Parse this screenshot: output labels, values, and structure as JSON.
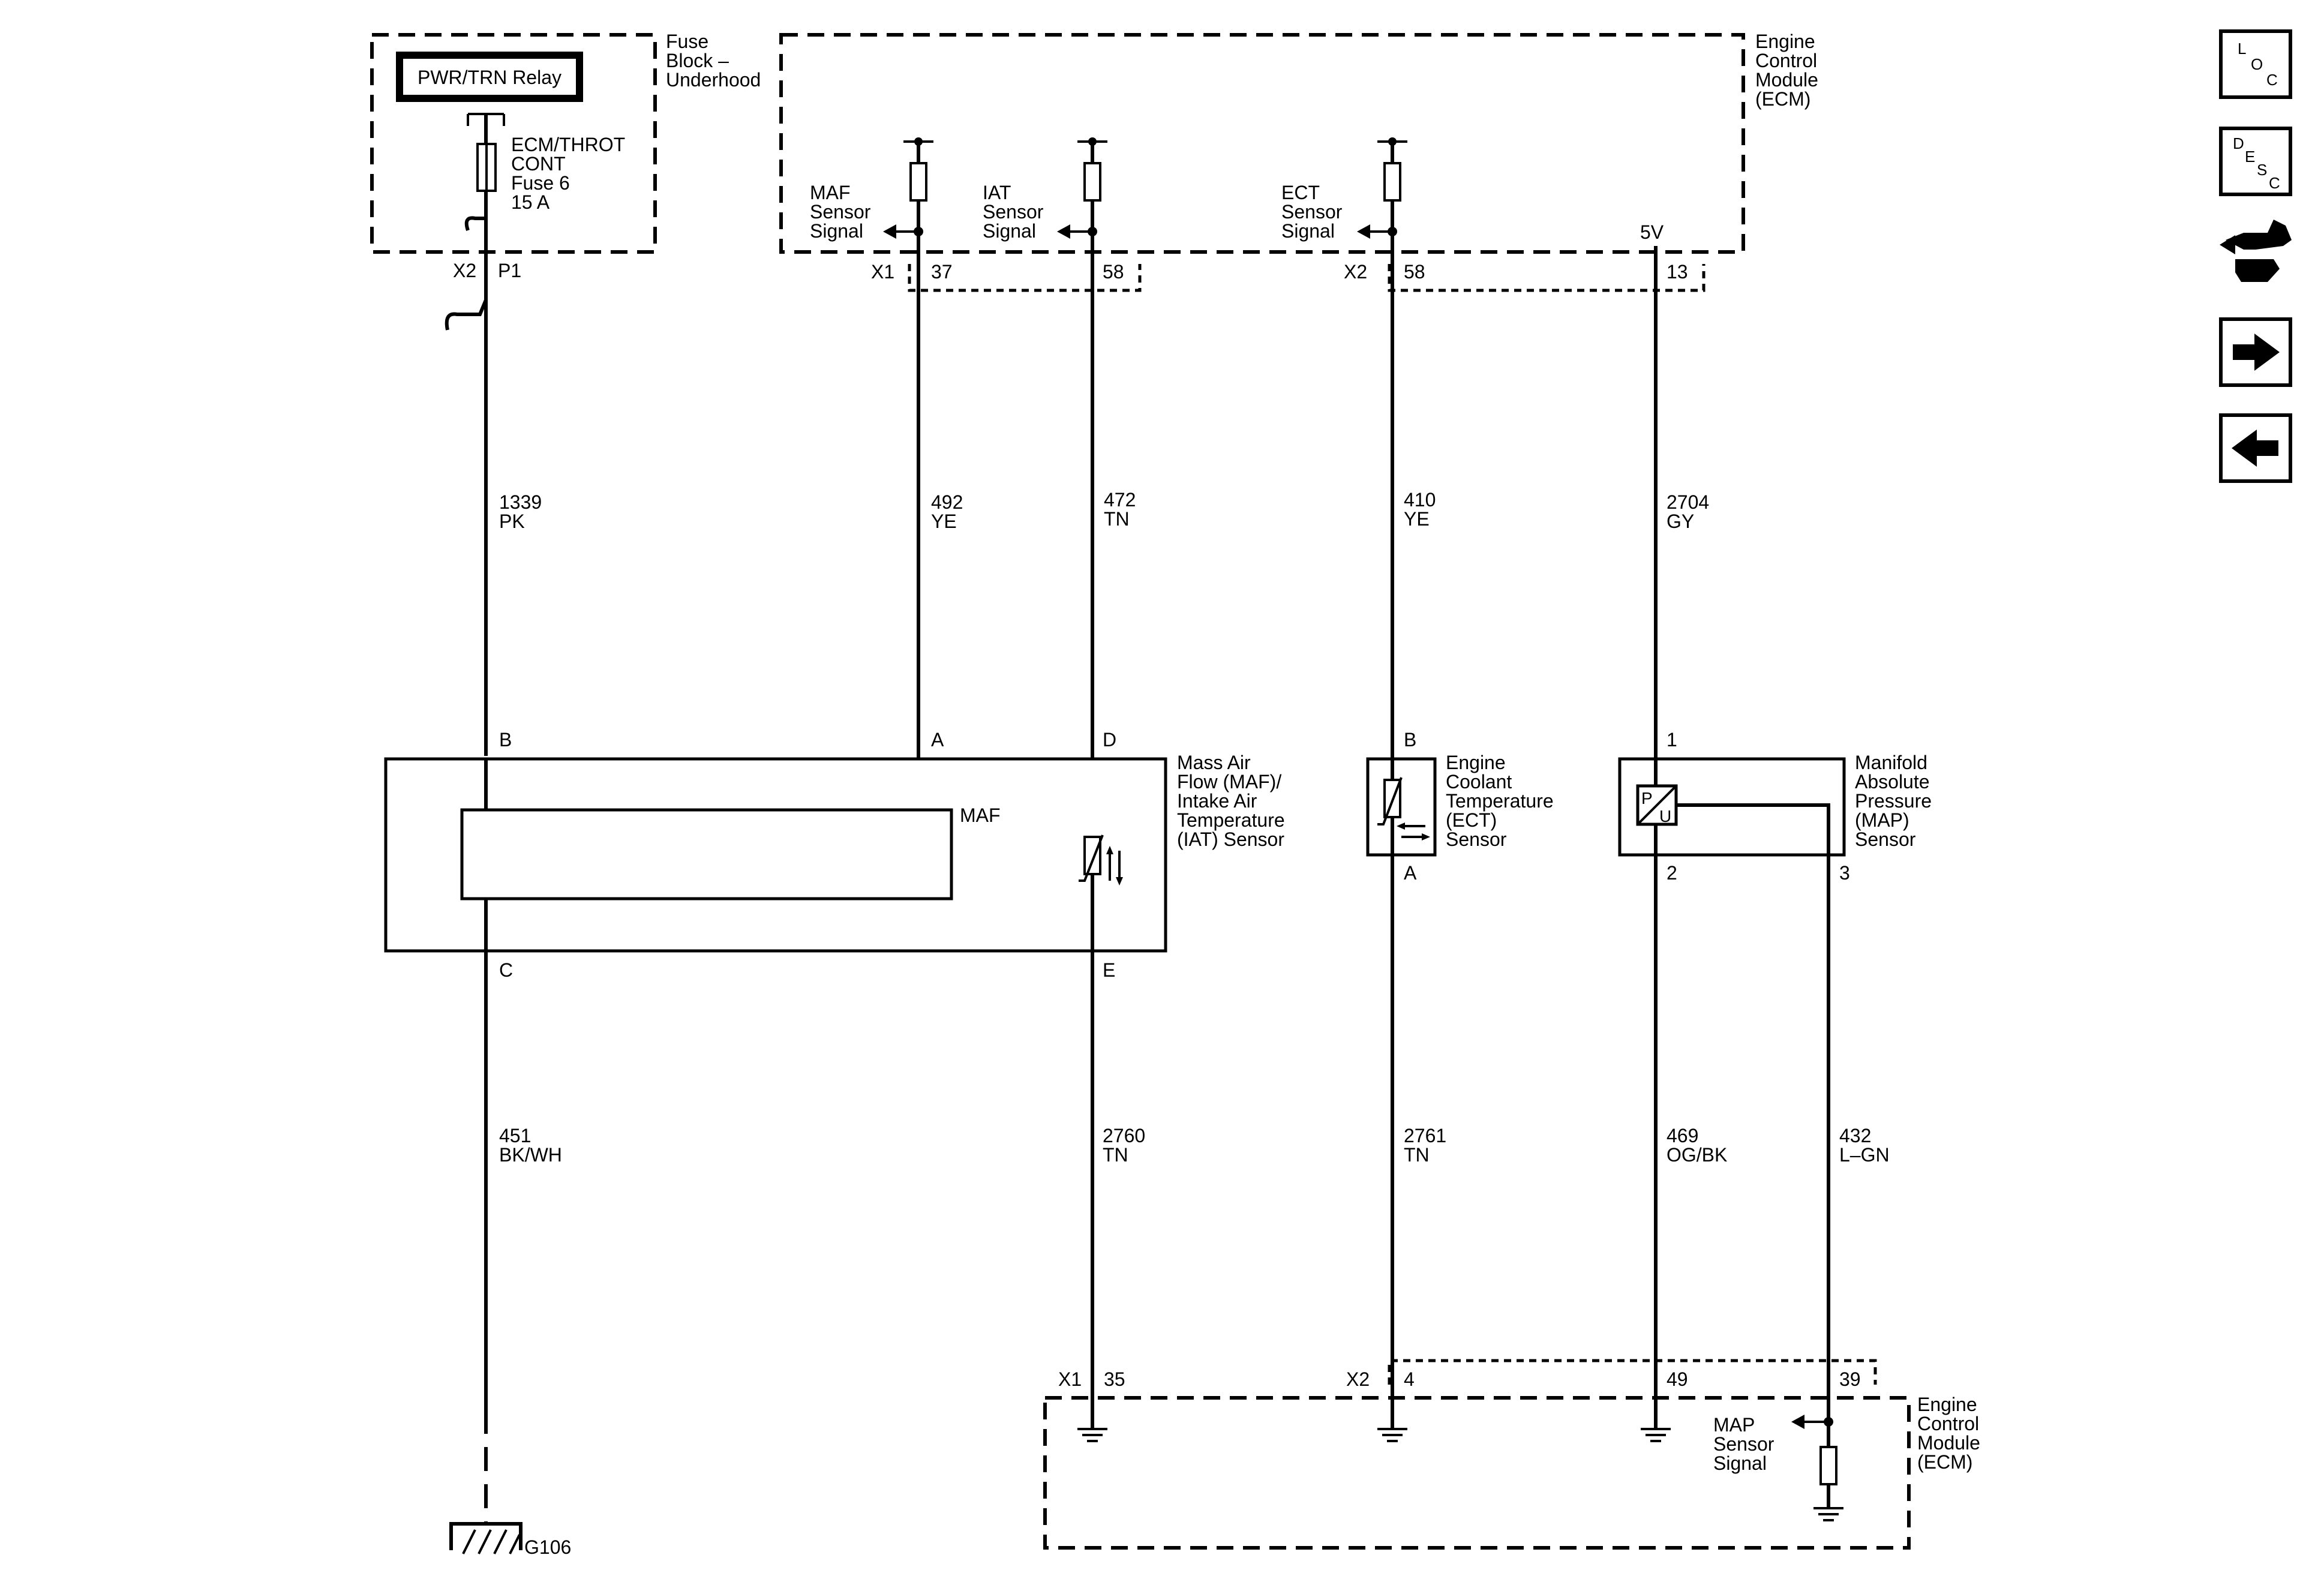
{
  "relay": {
    "label": "PWR/TRN Relay"
  },
  "fuse": {
    "name": "ECM/THROT",
    "name2": "CONT",
    "number": "Fuse 6",
    "rating": "15 A"
  },
  "fuse_block": {
    "line1": "Fuse",
    "line2": "Block –",
    "line3": "Underhood"
  },
  "ecm": {
    "line1": "Engine",
    "line2": "Control",
    "line3": "Module",
    "line4": "(ECM)"
  },
  "ecm_signals": {
    "maf": [
      "MAF",
      "Sensor",
      "Signal"
    ],
    "iat": [
      "IAT",
      "Sensor",
      "Signal"
    ],
    "ect": [
      "ECT",
      "Sensor",
      "Signal"
    ],
    "five_v": "5V",
    "map": [
      "MAP",
      "Sensor",
      "Signal"
    ]
  },
  "connectors": {
    "fuse_x": "X2",
    "fuse_pin": "P1",
    "top_x1": "X1",
    "pin_37": "37",
    "pin_58a": "58",
    "top_x2": "X2",
    "pin_58b": "58",
    "pin_13": "13",
    "bot_x1": "X1",
    "pin_35": "35",
    "bot_x2": "X2",
    "pin_4": "4",
    "pin_49": "49",
    "pin_39": "39"
  },
  "wires": {
    "w1339": [
      "1339",
      "PK"
    ],
    "w492": [
      "492",
      "YE"
    ],
    "w472": [
      "472",
      "TN"
    ],
    "w410": [
      "410",
      "YE"
    ],
    "w2704": [
      "2704",
      "GY"
    ],
    "w451": [
      "451",
      "BK/WH"
    ],
    "w2760": [
      "2760",
      "TN"
    ],
    "w2761": [
      "2761",
      "TN"
    ],
    "w469": [
      "469",
      "OG/BK"
    ],
    "w432": [
      "432",
      "L–GN"
    ]
  },
  "maf_sensor": {
    "pin_b": "B",
    "pin_a": "A",
    "pin_d": "D",
    "pin_c": "C",
    "pin_e": "E",
    "inner": "MAF",
    "label": [
      "Mass Air",
      "Flow (MAF)/",
      "Intake Air",
      "Temperature",
      "(IAT) Sensor"
    ]
  },
  "ect_sensor": {
    "pin_b": "B",
    "pin_a": "A",
    "label": [
      "Engine",
      "Coolant",
      "Temperature",
      "(ECT)",
      "Sensor"
    ]
  },
  "map_sensor": {
    "pin_1": "1",
    "pin_2": "2",
    "pin_3": "3",
    "p": "P",
    "u": "U",
    "label": [
      "Manifold",
      "Absolute",
      "Pressure",
      "(MAP)",
      "Sensor"
    ]
  },
  "ground": {
    "label": "G106"
  },
  "nav": {
    "loc": [
      "L",
      "O",
      "C"
    ],
    "desc": [
      "D",
      "E",
      "S",
      "C"
    ],
    "icons": [
      "loc-icon",
      "desc-icon",
      "connector-icon",
      "next-arrow-icon",
      "prev-arrow-icon"
    ]
  }
}
